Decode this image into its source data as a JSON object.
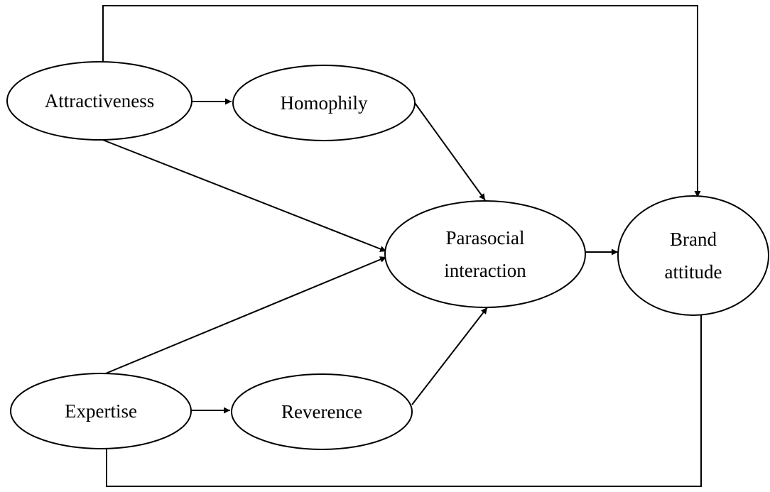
{
  "nodes": [
    {
      "id": "attractiveness",
      "lines": [
        "Attractiveness"
      ]
    },
    {
      "id": "homophily",
      "lines": [
        "Homophily"
      ]
    },
    {
      "id": "parasocial",
      "lines": [
        "Parasocial",
        "interaction"
      ]
    },
    {
      "id": "brand",
      "lines": [
        "Brand",
        "attitude"
      ]
    },
    {
      "id": "expertise",
      "lines": [
        "Expertise"
      ]
    },
    {
      "id": "reverence",
      "lines": [
        "Reverence"
      ]
    }
  ],
  "edges": [
    {
      "from": "attractiveness",
      "to": "homophily"
    },
    {
      "from": "attractiveness",
      "to": "parasocial"
    },
    {
      "from": "attractiveness",
      "to": "brand"
    },
    {
      "from": "homophily",
      "to": "parasocial"
    },
    {
      "from": "expertise",
      "to": "reverence"
    },
    {
      "from": "expertise",
      "to": "parasocial"
    },
    {
      "from": "expertise",
      "to": "brand"
    },
    {
      "from": "reverence",
      "to": "parasocial"
    },
    {
      "from": "parasocial",
      "to": "brand"
    }
  ]
}
